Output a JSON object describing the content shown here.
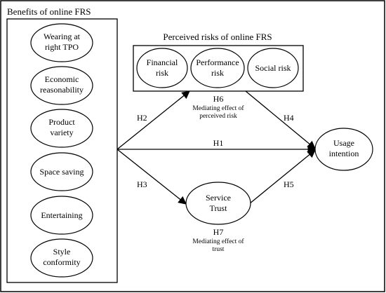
{
  "benefits_box": {
    "title": "Benefits of online FRS"
  },
  "benefits": [
    [
      "Wearing at",
      "right TPO"
    ],
    [
      "Economic",
      "reasonability"
    ],
    [
      "Product",
      "variety"
    ],
    [
      "Space saving"
    ],
    [
      "Entertaining"
    ],
    [
      "Style",
      "conformity"
    ]
  ],
  "risks_box": {
    "title": "Perceived risks of online FRS"
  },
  "risks": [
    [
      "Financial",
      "risk"
    ],
    [
      "Performance",
      "risk"
    ],
    [
      "Social risk"
    ]
  ],
  "service_trust": [
    "Service",
    "Trust"
  ],
  "usage_intention": [
    "Usage",
    "intention"
  ],
  "hypotheses": {
    "h1": "H1",
    "h2": "H2",
    "h3": "H3",
    "h4": "H4",
    "h5": "H5",
    "h6": "H6",
    "h6_note": [
      "Mediating effect of",
      "perceived risk"
    ],
    "h7": "H7",
    "h7_note": [
      "Mediating effect of",
      "trust"
    ]
  }
}
